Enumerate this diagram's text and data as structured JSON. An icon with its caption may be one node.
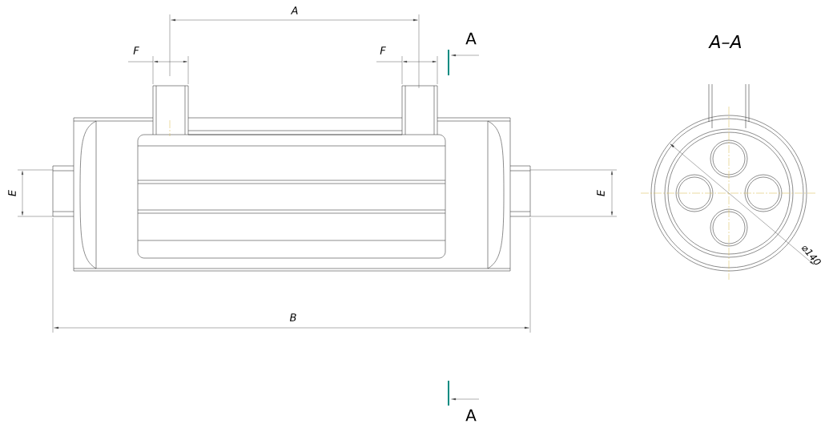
{
  "diagram": {
    "labels": [
      "A",
      "F",
      "F",
      "A",
      "A–A",
      "E",
      "E",
      "B",
      "⌀140",
      "A"
    ]
  }
}
